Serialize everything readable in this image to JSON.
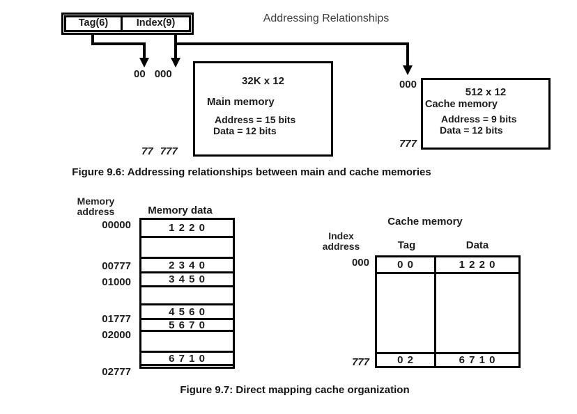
{
  "figure_9_6": {
    "title": "Addressing Relationships",
    "address_register": {
      "tag": "Tag(6)",
      "index": "Index(9)"
    },
    "main_memory": {
      "size": "32K x 12",
      "label": "Main memory",
      "address_bits": "Address = 15 bits",
      "data_bits": "Data = 12 bits",
      "first_address_tag": "00",
      "first_address_index": "000",
      "last_address_tag": "77",
      "last_address_index": "777"
    },
    "cache_memory": {
      "size": "512 x 12",
      "label": "Cache memory",
      "address_bits": "Address = 9 bits",
      "data_bits": "Data = 12 bits",
      "first_address": "000",
      "last_address": "777"
    },
    "caption": "Figure 9.6: Addressing relationships between main and cache memories"
  },
  "figure_9_7": {
    "memory_table": {
      "address_label_line1": "Memory",
      "address_label_line2": "address",
      "data_header": "Memory data",
      "rows": [
        {
          "address": "00000",
          "data": "1 2 2 0"
        },
        {
          "address": "",
          "data": ""
        },
        {
          "address": "00777",
          "data": "2 3 4 0"
        },
        {
          "address": "01000",
          "data": "3 4 5 0"
        },
        {
          "address": "",
          "data": ""
        },
        {
          "address": "01777",
          "data": "4 5 6 0"
        },
        {
          "address": "02000",
          "data": "5 6 7 0"
        },
        {
          "address": "",
          "data": ""
        },
        {
          "address": "02777",
          "data": "6 7 1 0"
        }
      ]
    },
    "cache_table": {
      "title": "Cache memory",
      "index_label_line1": "Index",
      "index_label_line2": "address",
      "tag_header": "Tag",
      "data_header": "Data",
      "rows": [
        {
          "index": "000",
          "tag": "0 0",
          "data": "1 2 2 0"
        },
        {
          "index": "",
          "tag": "",
          "data": ""
        },
        {
          "index": "777",
          "tag": "0 2",
          "data": "6 7 1 0"
        }
      ]
    },
    "caption": "Figure 9.7: Direct mapping cache organization"
  },
  "colors": {
    "line": "#000000",
    "text": "#1c1c1c",
    "title_gray": "#3e3e3e"
  }
}
